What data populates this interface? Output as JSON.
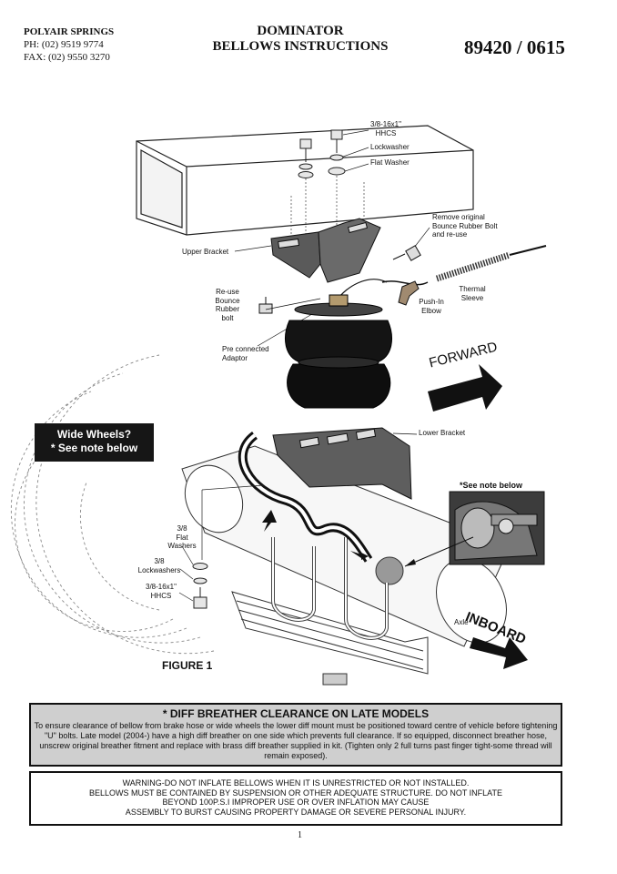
{
  "company": {
    "name": "POLYAIR SPRINGS",
    "phone": "PH: (02) 9519 9774",
    "fax": "FAX: (02) 9550 3270"
  },
  "title": {
    "line1": "DOMINATOR",
    "line2": "BELLOWS INSTRUCTIONS"
  },
  "doc_number": "89420 / 0615",
  "labels": {
    "hhcs_top": "3/8-16x1\"\nHHCS",
    "lockwasher": "Lockwasher",
    "flat_washer": "Flat Washer",
    "remove_bolt": "Remove original\nBounce Rubber Bolt\nand re-use",
    "upper_bracket": "Upper Bracket",
    "reuse_bolt": "Re-use\nBounce\nRubber\nbolt",
    "push_in_elbow": "Push-In\nElbow",
    "thermal_sleeve": "Thermal\nSleeve",
    "pre_connected": "Pre connected\nAdaptor",
    "forward": "FORWARD",
    "lower_bracket": "Lower Bracket",
    "wide_wheels": "Wide Wheels?",
    "see_note_below_box": "* See note below",
    "see_note_below_photo": "*See note below",
    "flat_washers_38": "3/8\nFlat\nWashers",
    "lockwashers_38": "3/8\nLockwashers",
    "hhcs_bottom": "3/8-16x1\"\nHHCS",
    "axle": "Axle",
    "inboard": "INBOARD",
    "figure": "FIGURE 1"
  },
  "note": {
    "title": "* DIFF BREATHER CLEARANCE ON LATE MODELS",
    "body": "To ensure clearance of bellow from brake hose or wide wheels the lower diff mount must be positioned toward centre of vehicle before tightening \"U\" bolts. Late model (2004-) have a high diff breather on one side which prevents full clearance. If so equipped, disconnect breather hose, unscrew original breather fitment and replace with brass diff breather supplied in kit. (Tighten only 2 full turns past finger tight-some thread will remain exposed)."
  },
  "warning": {
    "line1": "WARNING-DO NOT INFLATE BELLOWS WHEN IT IS UNRESTRICTED OR NOT INSTALLED.",
    "line2": "BELLOWS MUST BE CONTAINED BY SUSPENSION OR OTHER ADEQUATE STRUCTURE. DO NOT INFLATE",
    "line3": "BEYOND 100P.S.I IMPROPER USE OR OVER INFLATION MAY CAUSE",
    "line4": "ASSEMBLY TO BURST CAUSING PROPERTY DAMAGE OR SEVERE PERSONAL INJURY."
  },
  "page_number": "1"
}
